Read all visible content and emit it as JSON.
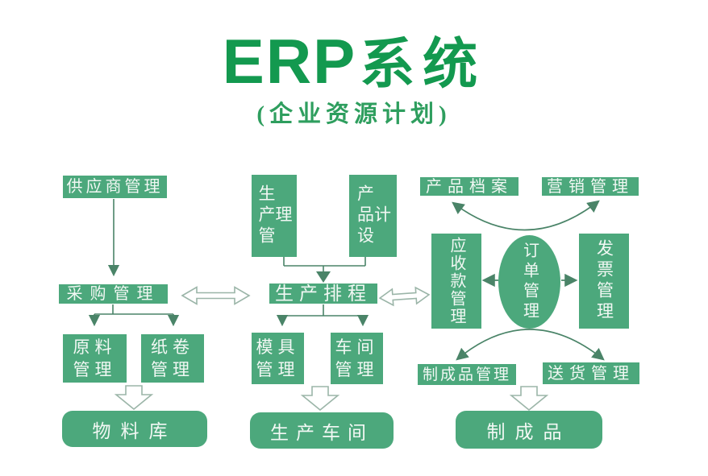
{
  "title": {
    "brand": "ERP",
    "suffix": "系统",
    "subtitle": "(企业资源计划)"
  },
  "colors": {
    "box_green": "#4CA87C",
    "title_green": "#13994F",
    "box_text": "#F2F8F4",
    "connector_line": "#4A8468",
    "hollow_arrow_outline": "#9BB5A8",
    "background": "#FFFFFF"
  },
  "nodes": {
    "supplier_mgmt": {
      "label": "供应商管理"
    },
    "purchasing_mgmt": {
      "label": "采购管理"
    },
    "raw_material_mgmt": {
      "lines": [
        "原料",
        "管理"
      ]
    },
    "paper_roll_mgmt": {
      "lines": [
        "纸卷",
        "管理"
      ]
    },
    "material_warehouse": {
      "label": "物料库"
    },
    "production_mgmt": {
      "label": "生产管理"
    },
    "product_design": {
      "label": "产品设计"
    },
    "production_scheduling": {
      "label": "生产排程"
    },
    "mold_mgmt": {
      "lines": [
        "模具",
        "管理"
      ]
    },
    "workshop_mgmt": {
      "lines": [
        "车间",
        "管理"
      ]
    },
    "production_workshop": {
      "label": "生产车间"
    },
    "product_archive": {
      "label": "产品档案"
    },
    "marketing_mgmt": {
      "label": "营销管理"
    },
    "receivables_mgmt": {
      "label": "应收款管理"
    },
    "order_mgmt": {
      "label": "订单管理"
    },
    "invoice_mgmt": {
      "label": "发票管理"
    },
    "finished_goods_mgmt": {
      "label": "制成品管理"
    },
    "delivery_mgmt": {
      "label": "送货管理"
    },
    "finished_goods": {
      "label": "制成品"
    }
  }
}
